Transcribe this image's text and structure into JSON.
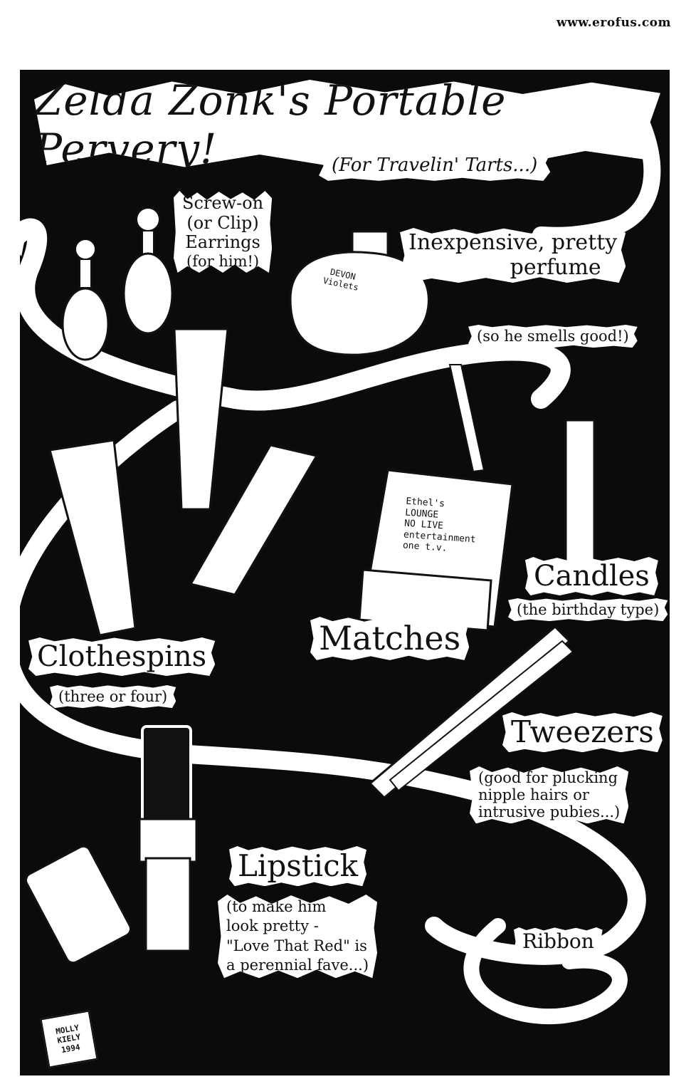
{
  "watermark": "www.erofus.com",
  "title": "Zelda Zonk's Portable Pervery!",
  "subtitle": "(For Travelin' Tarts...)",
  "items": {
    "earrings": {
      "name": "Screw-on (or Clip) Earrings",
      "line1": "Screw-on",
      "line2": "(or Clip)",
      "line3": "Earrings",
      "note": "(for him!)"
    },
    "perfume": {
      "line1": "Inexpensive, pretty",
      "line2": "perfume",
      "note": "(so he smells good!)",
      "bottle_label_1": "DEVON",
      "bottle_label_2": "Violets"
    },
    "matches": {
      "name": "Matches",
      "book_1": "Ethel's",
      "book_2": "LOUNGE",
      "book_3": "NO LIVE",
      "book_4": "entertainment",
      "book_5": "one t.v."
    },
    "candles": {
      "name": "Candles",
      "note": "(the birthday type)"
    },
    "clothespins": {
      "name": "Clothespins",
      "note": "(three or four)"
    },
    "tweezers": {
      "name": "Tweezers",
      "note_1": "(good for plucking",
      "note_2": "nipple hairs or",
      "note_3": "intrusive pubies...)"
    },
    "lipstick": {
      "name": "Lipstick",
      "note_1": "(to make him",
      "note_2": "look pretty -",
      "note_3": "\"Love That Red\" is",
      "note_4": "a perennial fave...)"
    },
    "ribbon": {
      "name": "Ribbon"
    }
  },
  "signature": {
    "line1": "MOLLY",
    "line2": "KIELY",
    "line3": "1994"
  }
}
